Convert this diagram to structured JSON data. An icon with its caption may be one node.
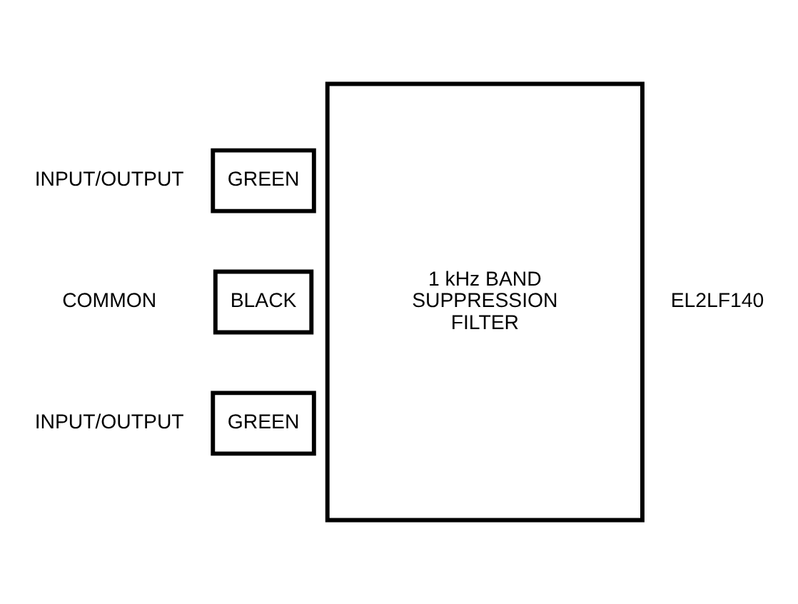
{
  "diagram": {
    "nodes": [
      {
        "text": [
          "GREEN"
        ],
        "beside": [
          "INPUT/OUTPUT"
        ]
      },
      {
        "text": [
          "BLACK"
        ],
        "beside": [
          "COMMON"
        ]
      },
      {
        "text": [
          "GREEN"
        ],
        "beside": [
          "INPUT/OUTPUT"
        ]
      },
      {
        "text": [
          "1 kHz BAND SUPPRESSION FILTER"
        ]
      }
    ],
    "edges": [],
    "labels": [
      "EL2LF140"
    ]
  }
}
